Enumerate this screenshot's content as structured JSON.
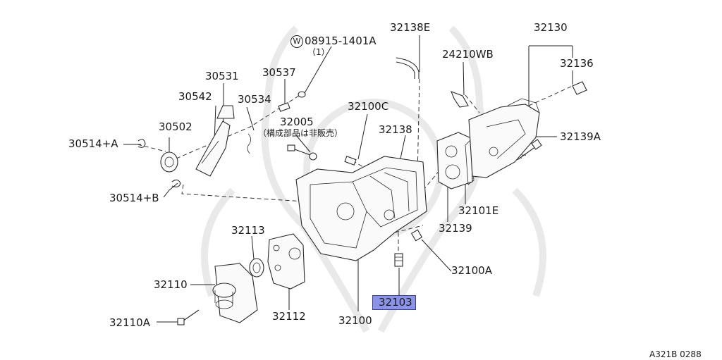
{
  "labels": {
    "p08915": "08915-1401A",
    "p08915_qty": "（1）",
    "washer_symbol": "W",
    "p32138E": "32138E",
    "p32130": "32130",
    "p24210WB": "24210WB",
    "p32136": "32136",
    "p30531": "30531",
    "p30537": "30537",
    "p30542": "30542",
    "p30534": "30534",
    "p32100C": "32100C",
    "p32005": "32005",
    "p32005_note": "（構成部品は非販売）",
    "p30502": "30502",
    "p32138": "32138",
    "p32139A": "32139A",
    "p30514A": "30514+A",
    "p30514B": "30514+B",
    "p32101E": "32101E",
    "p32139": "32139",
    "p32113": "32113",
    "p32100A": "32100A",
    "p32110": "32110",
    "p32103": "32103",
    "p32110A": "32110A",
    "p32112": "32112",
    "p32100": "32100",
    "diagram_code": "A321B 0288"
  },
  "colors": {
    "highlight": "#8b93e6",
    "line": "#2a2a2a",
    "watermark": "#e9e9e9"
  }
}
